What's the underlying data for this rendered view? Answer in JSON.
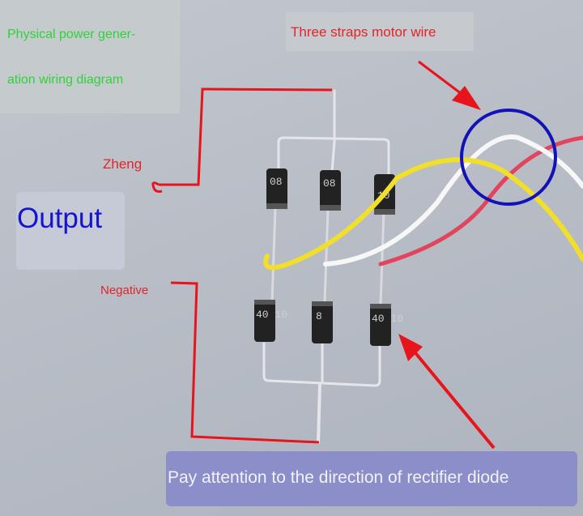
{
  "title": {
    "line1": "Physical power gener-",
    "line2": "ation wiring diagram"
  },
  "labels": {
    "motor_wire": "Three straps motor wire",
    "positive": "Zheng",
    "negative": "Negative",
    "output": "Output",
    "note": "Pay attention to the direction of rectifier diode"
  },
  "diodes": {
    "top_row": [
      "08",
      "08",
      "10"
    ],
    "bottom_row": [
      "40 10",
      "8",
      "40 10"
    ]
  },
  "wires": [
    {
      "name": "yellow",
      "color": "#f2df2a"
    },
    {
      "name": "white",
      "color": "#f7f7f7"
    },
    {
      "name": "red",
      "color": "#e2445e"
    }
  ],
  "colors": {
    "annotation_red": "#e8141c",
    "circle_blue": "#1212b8",
    "title_green": "#2ed23a",
    "note_bg": "#8b8ec8"
  }
}
